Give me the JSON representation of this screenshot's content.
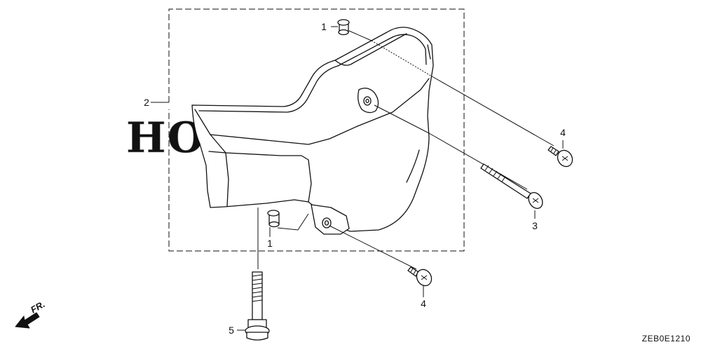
{
  "watermark": {
    "text": "HONDA"
  },
  "direction": {
    "label": "FR."
  },
  "callouts": {
    "grommet_top": "1",
    "grommet_bottom": "1",
    "cover": "2",
    "long_bolt": "3",
    "screw_right": "4",
    "screw_bottom": "4",
    "flange_bolt": "5"
  },
  "diagram_code": "ZEB0E1210"
}
